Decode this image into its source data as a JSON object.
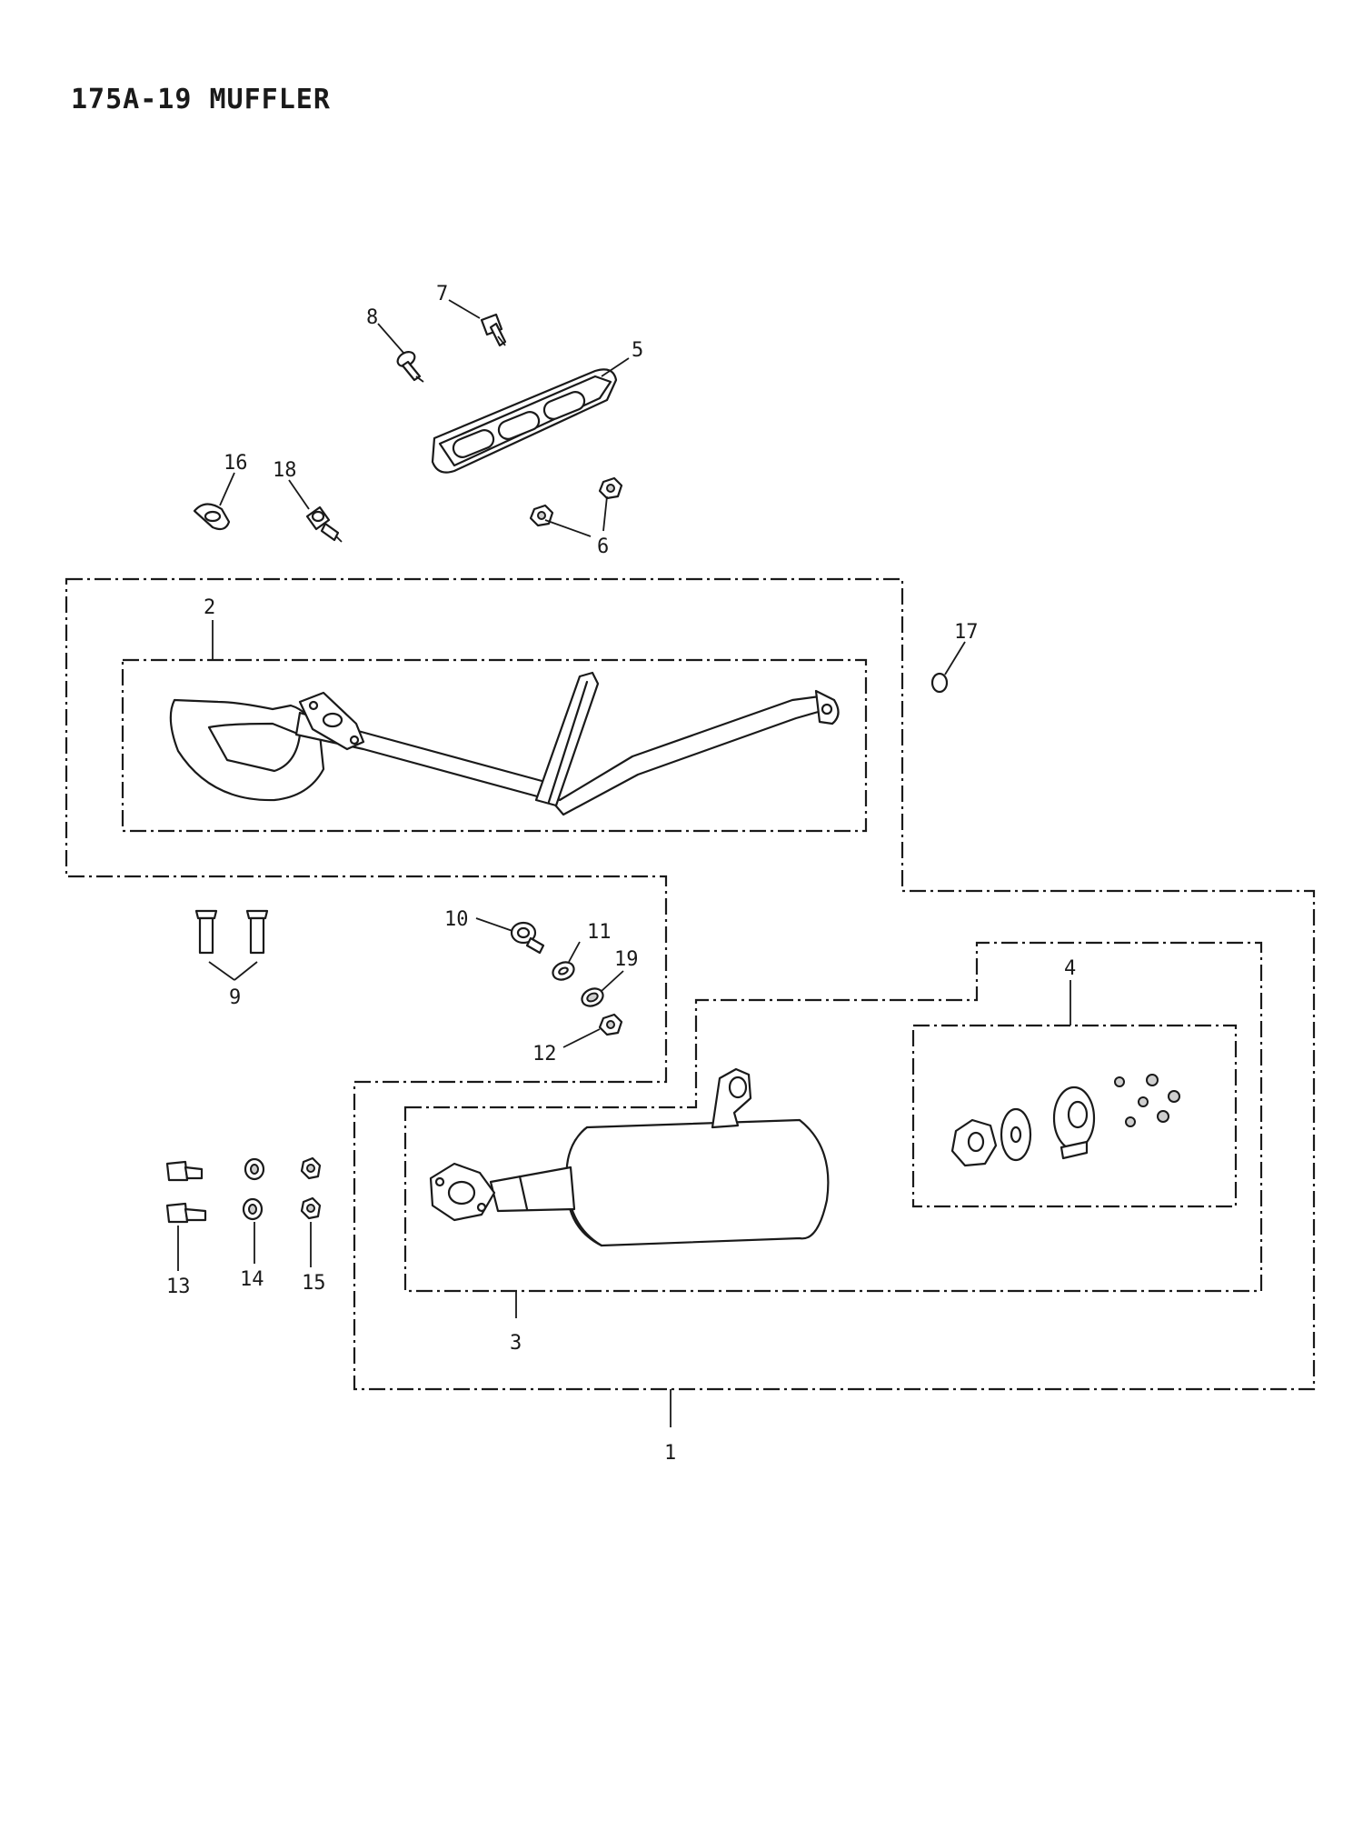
{
  "title": "175A-19 MUFFLER",
  "callouts": {
    "c1": "1",
    "c2": "2",
    "c3": "3",
    "c4": "4",
    "c5": "5",
    "c6": "6",
    "c7": "7",
    "c8": "8",
    "c9": "9",
    "c10": "10",
    "c11": "11",
    "c12": "12",
    "c13": "13",
    "c14": "14",
    "c15": "15",
    "c16": "16",
    "c17": "17",
    "c18": "18",
    "c19": "19"
  },
  "colors": {
    "ink": "#1a1a1a",
    "paper": "#ffffff"
  }
}
